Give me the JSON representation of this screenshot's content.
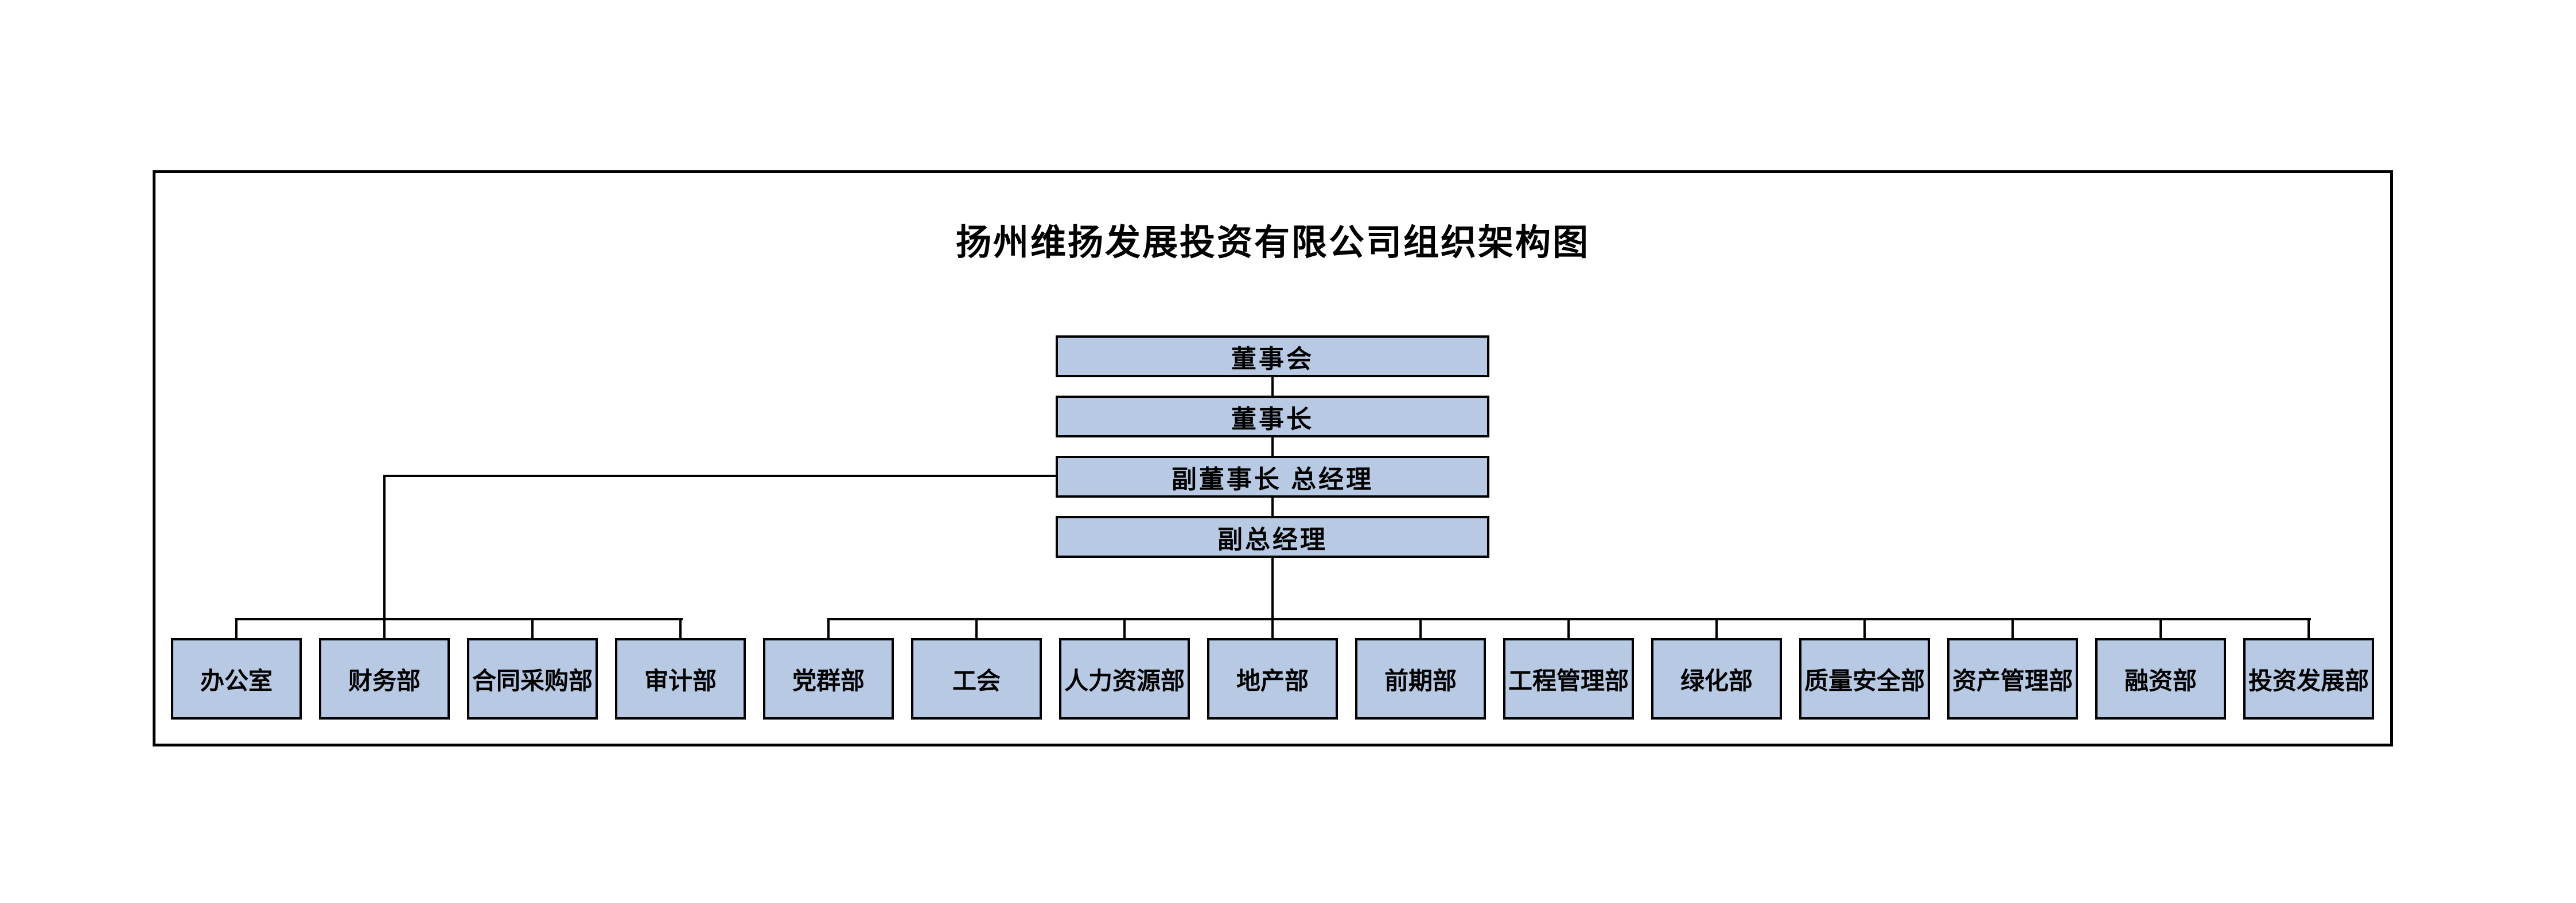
{
  "chart": {
    "title": "扬州维扬发展投资有限公司组织架构图",
    "management_chain": [
      {
        "label": "董事会"
      },
      {
        "label": "董事长"
      },
      {
        "label": "副董事长 总经理"
      },
      {
        "label": "副总经理"
      }
    ],
    "left_branch_departments": [
      "办公室",
      "财务部",
      "合同采购部",
      "审计部"
    ],
    "right_branch_departments": [
      "党群部",
      "工会",
      "人力资源部",
      "地产部",
      "前期部",
      "工程管理部",
      "绿化部",
      "质量安全部",
      "资产管理部",
      "融资部",
      "投资发展部"
    ],
    "colors": {
      "node_fill": "#b7c9e3",
      "node_border": "#000000",
      "connector": "#000000",
      "frame": "#000000",
      "background": "#ffffff"
    }
  }
}
